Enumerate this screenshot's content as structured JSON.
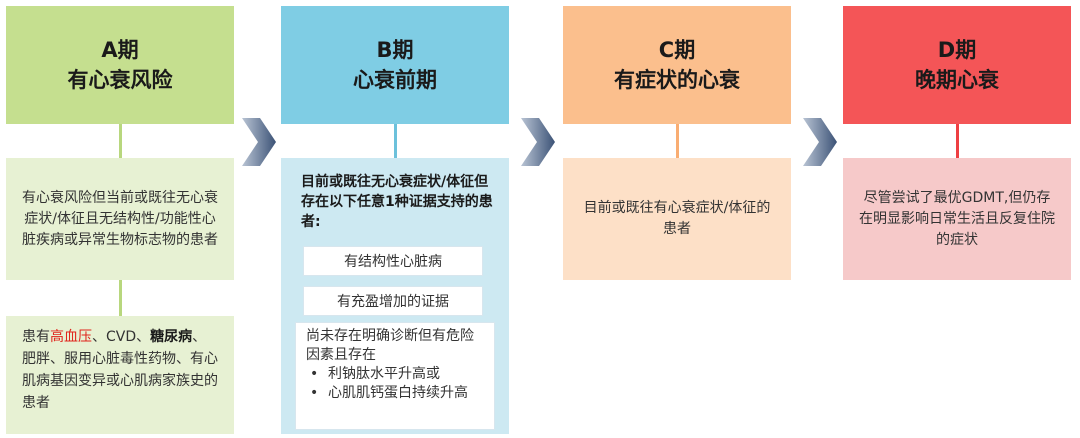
{
  "stages": {
    "a": {
      "title_line1": "A期",
      "title_line2": "有心衰风险",
      "color": "#c5df8f",
      "box1": "有心衰风险但当前或既往无心衰症状/体征且无结构性/功能性心脏疾病或异常生物标志物的患者",
      "box2": {
        "part1": "患有",
        "highlight": "高血压",
        "part2": "、CVD、",
        "bold": "糖尿病",
        "part3": "、肥胖、服用心脏毒性药物、有心肌病基因变异或心肌病家族史的患者"
      }
    },
    "b": {
      "title_line1": "B期",
      "title_line2": "心衰前期",
      "color": "#7fcde4",
      "intro": "目前或既往无心衰症状/体征但存在以下任意1种证据支持的患者:",
      "item1": "有结构性心脏病",
      "item2": "有充盈增加的证据",
      "item3_text": "尚未存在明确诊断但有危险因素且存在",
      "bullets": [
        "利钠肽水平升高或",
        "心肌肌钙蛋白持续升高"
      ]
    },
    "c": {
      "title_line1": "C期",
      "title_line2": "有症状的心衰",
      "color": "#fbbf8d",
      "box1": "目前或既往有心衰症状/体征的患者"
    },
    "d": {
      "title_line1": "D期",
      "title_line2": "晚期心衰",
      "color": "#f45557",
      "box1": "尽管尝试了最优GDMT,但仍存在明显影响日常生活且反复住院的症状"
    }
  }
}
